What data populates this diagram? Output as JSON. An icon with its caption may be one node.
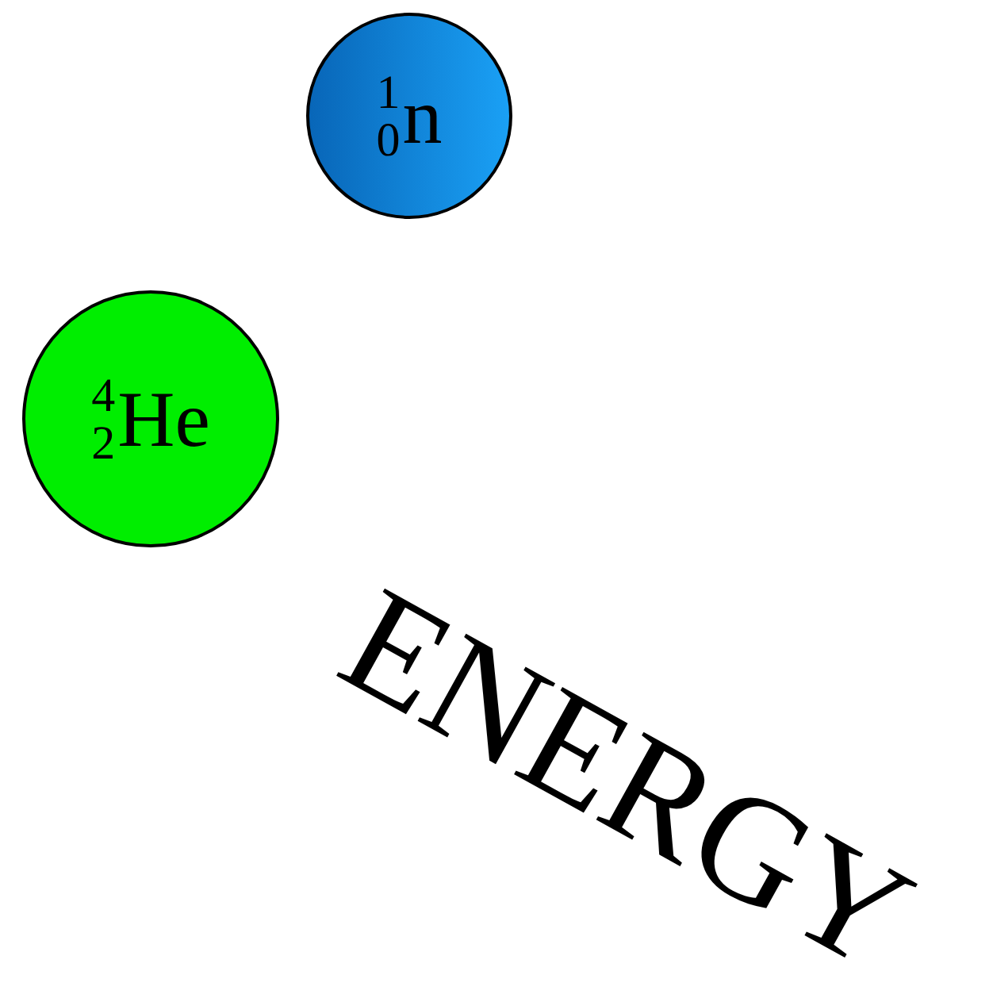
{
  "diagram": {
    "nodes": [
      {
        "text": [
          "$^{1}$$_{0}$n"
        ]
      },
      {
        "text": [
          "$^{4}$$_{2}$He"
        ]
      }
    ],
    "labels": [
      "ENERGY"
    ]
  }
}
